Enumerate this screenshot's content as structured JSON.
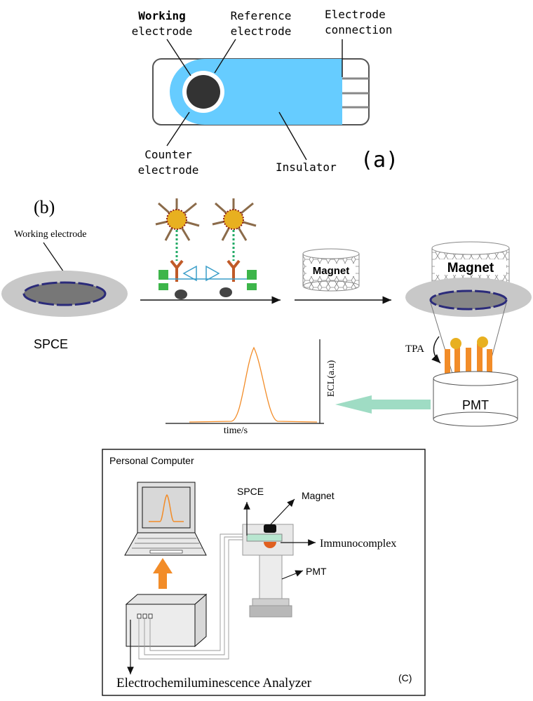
{
  "panel_a": {
    "working_electrode_l1": "Working",
    "working_electrode_l2": "electrode",
    "reference_electrode_l1": "Reference",
    "reference_electrode_l2": "electrode",
    "electrode_connection_l1": "Electrode",
    "electrode_connection_l2": "connection",
    "counter_electrode_l1": "Counter",
    "counter_electrode_l2": "electrode",
    "insulator": "Insulator",
    "tag": "(a)"
  },
  "panel_b": {
    "tag": "(b)",
    "working_electrode": "Working electrode",
    "spce": "SPCE",
    "magnet_1": "Magnet",
    "magnet_2": "Magnet",
    "tpa": "TPA",
    "pmt": "PMT",
    "ecl_axis": "ECL(a.u)",
    "time_axis": "time/s"
  },
  "panel_c": {
    "personal_computer": "Personal Computer",
    "spce": "SPCE",
    "magnet": "Magnet",
    "immunocomplex": "Immunocomplex",
    "pmt": "PMT",
    "analyzer": "Electrochemiluminescence Analyzer",
    "tag": "(C)"
  },
  "colors": {
    "insulator_blue": "#66ccff",
    "spectrum_orange": "#f28c28",
    "arrow_green": "#9fdcc4",
    "electrode_dark": "#333333",
    "ring_navy": "#2b2b7a"
  }
}
